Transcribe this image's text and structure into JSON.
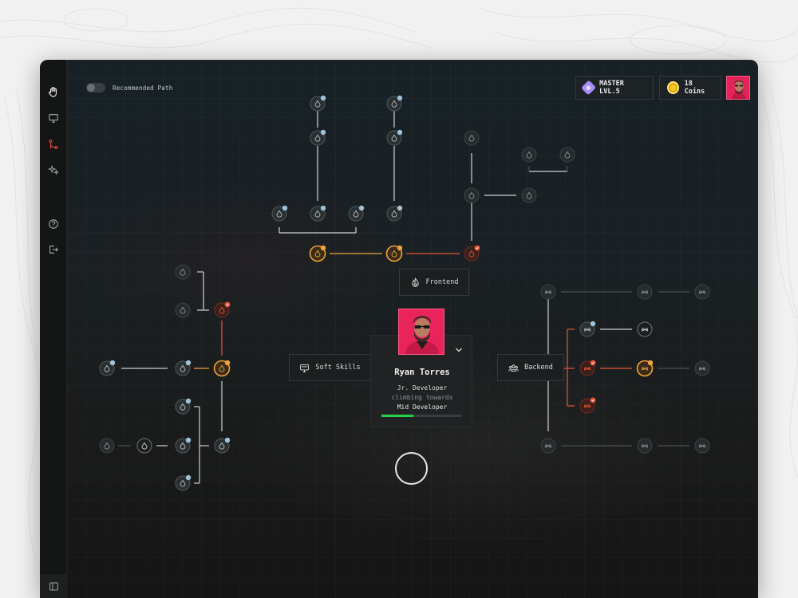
{
  "sidebar": {
    "items": [
      {
        "name": "hand-icon",
        "active": false
      },
      {
        "name": "monitor-icon",
        "active": false
      },
      {
        "name": "git-branch-icon",
        "active": true
      },
      {
        "name": "sparkles-icon",
        "active": false
      },
      {
        "name": "help-icon",
        "active": false
      },
      {
        "name": "logout-icon",
        "active": false
      }
    ],
    "collapse_icon": "sidebar-toggle-icon"
  },
  "topbar": {
    "toggle_label": "Recommended Path",
    "toggle_on": false,
    "level_label": "MASTER LVL.5",
    "coins_label": "18 Coins"
  },
  "categories": {
    "frontend": "Frontend",
    "soft_skills": "Soft Skills",
    "backend": "Backend"
  },
  "profile": {
    "name": "Ryan Torres",
    "role": "Jr. Developer",
    "subtitle": "climbing towards",
    "target": "Mid Developer",
    "progress": 0.4
  },
  "colors": {
    "accent_orange": "#f0a33a",
    "accent_red": "#e8563a",
    "complete_badge": "#9fc3d6",
    "progress_green": "#26d14a",
    "avatar_pink": "#e3245a"
  }
}
